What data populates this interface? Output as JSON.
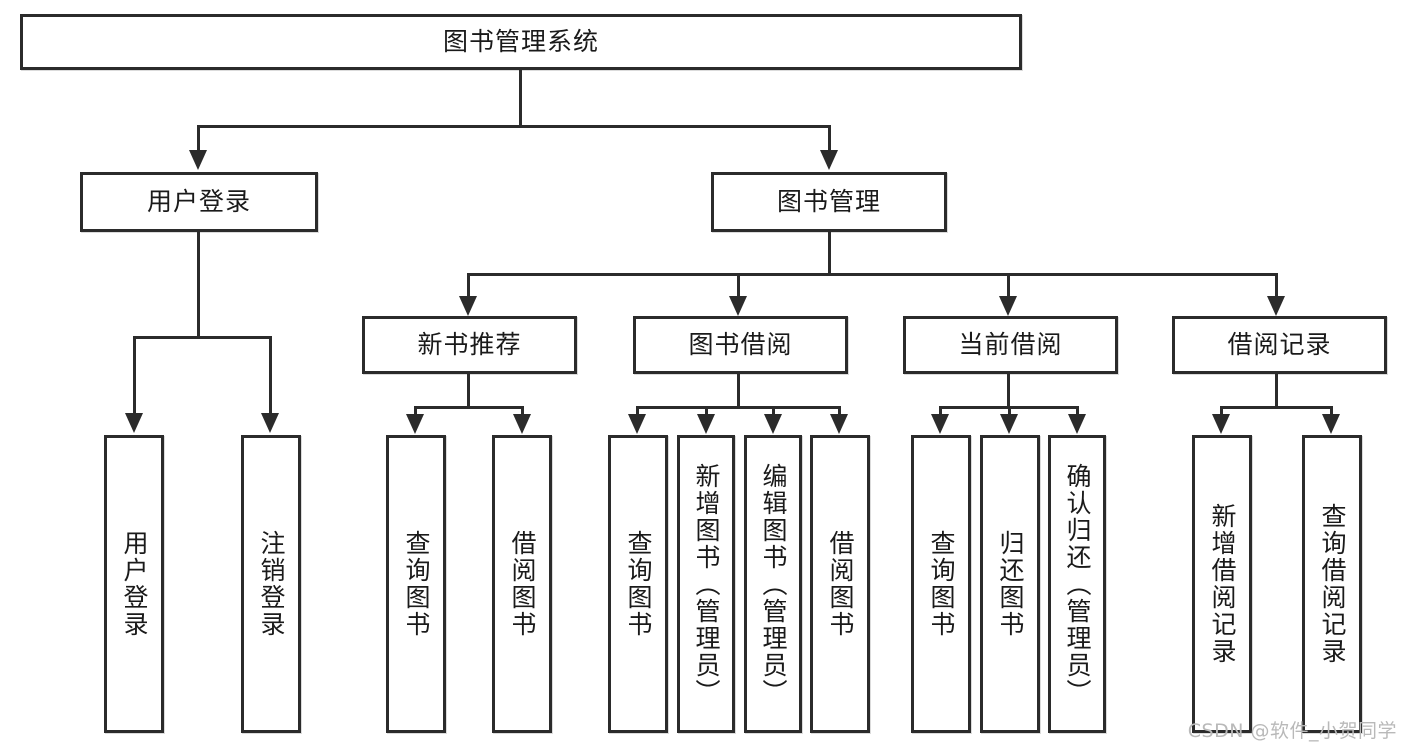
{
  "diagram": {
    "title": "图书管理系统",
    "type": "tree",
    "root": {
      "id": "root",
      "label": "图书管理系统",
      "orientation": "horizontal"
    },
    "level2": [
      {
        "id": "user-login",
        "label": "用户登录",
        "orientation": "horizontal"
      },
      {
        "id": "book-management",
        "label": "图书管理",
        "orientation": "horizontal"
      }
    ],
    "level3": [
      {
        "id": "new-book-recommend",
        "label": "新书推荐",
        "orientation": "horizontal",
        "parent": "book-management"
      },
      {
        "id": "book-borrow",
        "label": "图书借阅",
        "orientation": "horizontal",
        "parent": "book-management"
      },
      {
        "id": "current-borrow",
        "label": "当前借阅",
        "orientation": "horizontal",
        "parent": "book-management"
      },
      {
        "id": "borrow-record",
        "label": "借阅记录",
        "orientation": "horizontal",
        "parent": "book-management"
      }
    ],
    "leaves": [
      {
        "id": "leaf-user-login",
        "label": "用户登录",
        "orientation": "vertical",
        "parent": "user-login"
      },
      {
        "id": "leaf-user-logout",
        "label": "注销登录",
        "orientation": "vertical",
        "parent": "user-login"
      },
      {
        "id": "leaf-query-book-1",
        "label": "查询图书",
        "orientation": "vertical",
        "parent": "new-book-recommend"
      },
      {
        "id": "leaf-borrow-book-1",
        "label": "借阅图书",
        "orientation": "vertical",
        "parent": "new-book-recommend"
      },
      {
        "id": "leaf-query-book-2",
        "label": "查询图书",
        "orientation": "vertical",
        "parent": "book-borrow"
      },
      {
        "id": "leaf-add-book",
        "label": "新增图书（管理员）",
        "orientation": "vertical",
        "parent": "book-borrow"
      },
      {
        "id": "leaf-edit-book",
        "label": "编辑图书（管理员）",
        "orientation": "vertical",
        "parent": "book-borrow"
      },
      {
        "id": "leaf-borrow-book-2",
        "label": "借阅图书",
        "orientation": "vertical",
        "parent": "book-borrow"
      },
      {
        "id": "leaf-query-book-3",
        "label": "查询图书",
        "orientation": "vertical",
        "parent": "current-borrow"
      },
      {
        "id": "leaf-return-book",
        "label": "归还图书",
        "orientation": "vertical",
        "parent": "current-borrow"
      },
      {
        "id": "leaf-confirm-return",
        "label": "确认归还（管理员）",
        "orientation": "vertical",
        "parent": "current-borrow"
      },
      {
        "id": "leaf-add-record",
        "label": "新增借阅记录",
        "orientation": "vertical",
        "parent": "borrow-record"
      },
      {
        "id": "leaf-query-record",
        "label": "查询借阅记录",
        "orientation": "vertical",
        "parent": "borrow-record"
      }
    ]
  },
  "watermark": {
    "text": "CSDN @软件_小贺同学"
  },
  "colors": {
    "stroke": "#2b2b2b",
    "fill": "#ffffff",
    "text": "#1a1a1a",
    "watermark": "#b9b9b9"
  }
}
